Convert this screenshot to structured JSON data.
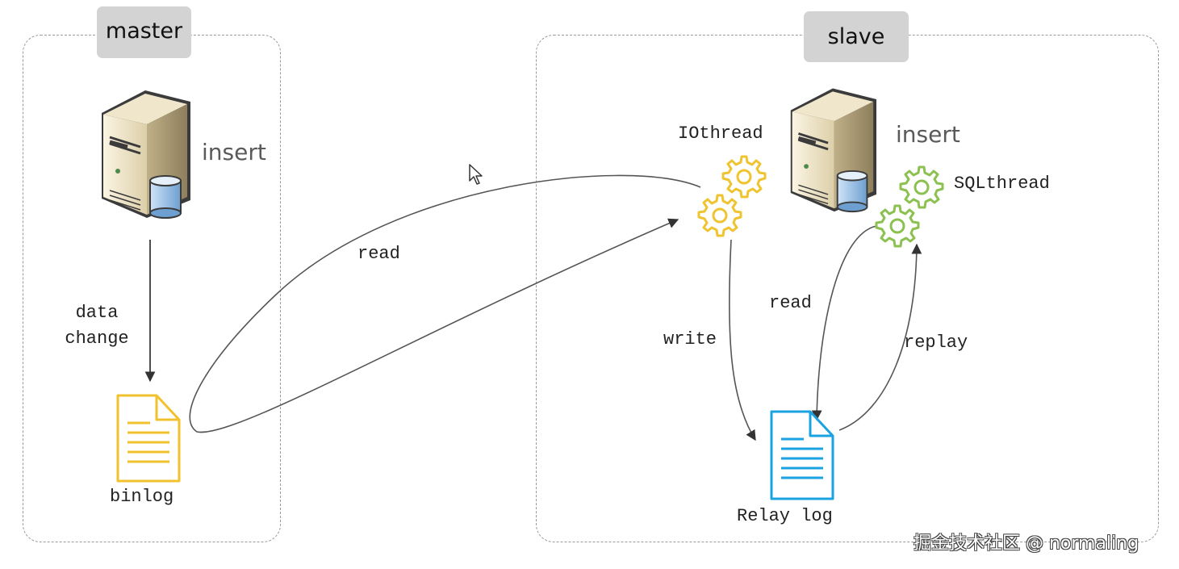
{
  "master": {
    "title": "master",
    "action_label": "insert",
    "flow_label": "data\nchange",
    "log_label": "binlog"
  },
  "slave": {
    "title": "slave",
    "action_label": "insert",
    "io_thread_label": "IOthread",
    "sql_thread_label": "SQLthread",
    "relay_log_label": "Relay log"
  },
  "edges": {
    "binlog_read": "read",
    "io_write": "write",
    "sql_read": "read",
    "sql_replay": "replay"
  },
  "watermark": "掘金技术社区 @ normaling",
  "colors": {
    "binlog_icon": "#f2c12e",
    "relay_log_icon": "#1aa3e0",
    "io_gears": "#f0c330",
    "sql_gears": "#8cc152",
    "edge": "#555555"
  }
}
